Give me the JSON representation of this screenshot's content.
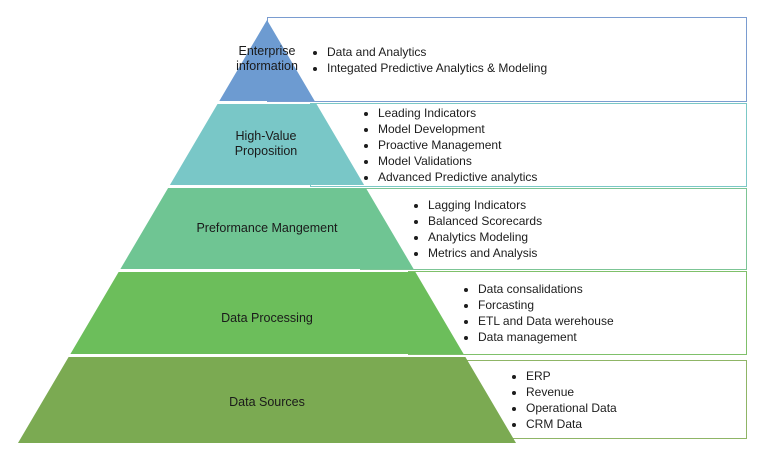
{
  "diagram": {
    "levels": [
      {
        "label": "Enterprise information",
        "fill": "#6d9bd1",
        "border": "#7a9cd0",
        "bullets": [
          "Data and Analytics",
          "Integated Predictive Analytics & Modeling"
        ]
      },
      {
        "label": "High-Value Proposition",
        "fill": "#79c7c7",
        "border": "#7bc8c6",
        "bullets": [
          "Leading Indicators",
          "Model Development",
          "Proactive Management",
          "Model Validations",
          "Advanced Predictive analytics"
        ]
      },
      {
        "label": "Preformance Mangement",
        "fill": "#6fc593",
        "border": "#7cc595",
        "bullets": [
          "Lagging Indicators",
          "Balanced Scorecards",
          "Analytics Modeling",
          "Metrics and Analysis"
        ]
      },
      {
        "label": "Data Processing",
        "fill": "#6cbe5b",
        "border": "#7fc06a",
        "bullets": [
          "Data consalidations",
          "Forcasting",
          "ETL and Data werehouse",
          "Data management"
        ]
      },
      {
        "label": "Data Sources",
        "fill": "#7baa52",
        "border": "#8fb566",
        "bullets": [
          "ERP",
          "Revenue",
          "Operational Data",
          "CRM Data"
        ]
      }
    ]
  }
}
